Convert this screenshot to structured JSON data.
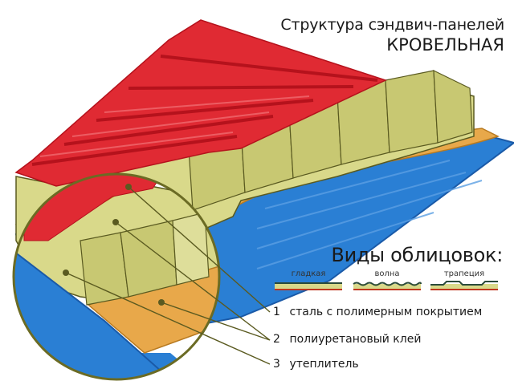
{
  "title": {
    "line1": "Структура сэндвич-панелей",
    "line2": "КРОВЕЛЬНАЯ"
  },
  "facings": {
    "title": "Виды облицовок:",
    "items": [
      {
        "label": "гладкая",
        "profile": "flat"
      },
      {
        "label": "волна",
        "profile": "wave"
      },
      {
        "label": "трапеция",
        "profile": "trapezoid"
      }
    ]
  },
  "legend": [
    {
      "number": "1",
      "label": "сталь с полимерным покрытием"
    },
    {
      "number": "2",
      "label": "полиуретановый клей"
    },
    {
      "number": "3",
      "label": "утеплитель"
    }
  ],
  "colors": {
    "top_sheet": "#e02a33",
    "top_sheet_dark": "#b5121c",
    "insulation": "#d9d98a",
    "insulation_dark": "#b8b865",
    "adhesive": "#e8a84a",
    "bottom_sheet": "#2a7fd4",
    "bottom_sheet_dark": "#1a5aa8",
    "outline": "#5a5a20"
  }
}
